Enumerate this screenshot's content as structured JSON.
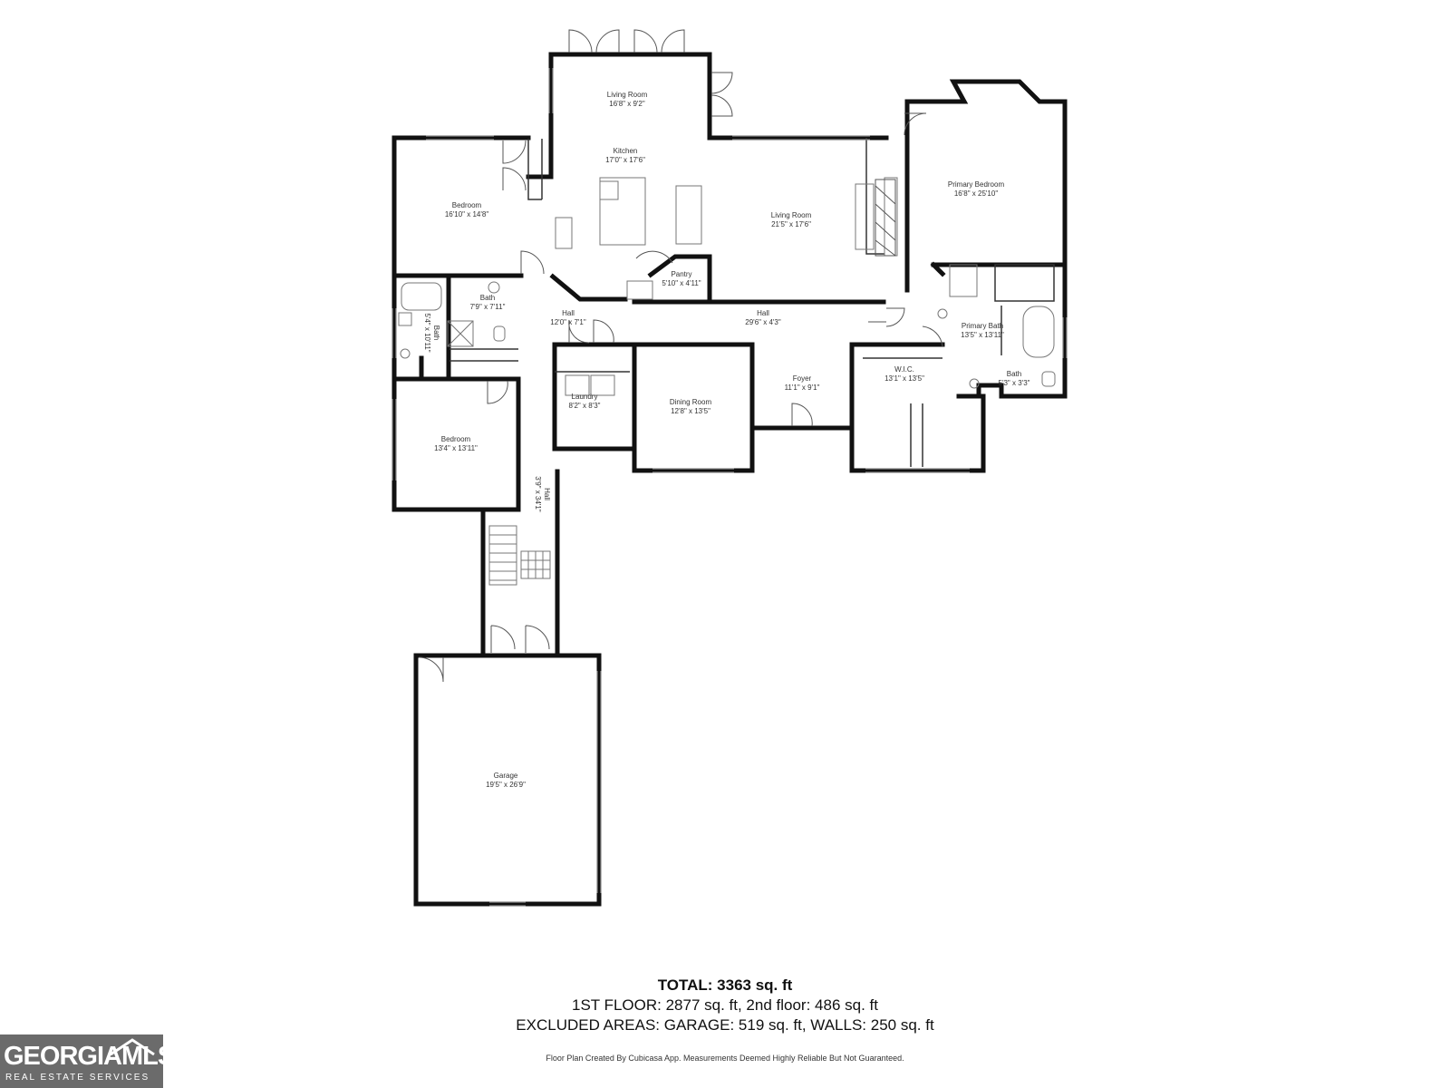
{
  "rooms": [
    {
      "id": "living-room-north",
      "name": "Living Room",
      "dims": "16'8\" x 9'2\""
    },
    {
      "id": "kitchen",
      "name": "Kitchen",
      "dims": "17'0\" x 17'6\""
    },
    {
      "id": "bedroom-northwest",
      "name": "Bedroom",
      "dims": "16'10\" x 14'8\""
    },
    {
      "id": "living-room-main",
      "name": "Living Room",
      "dims": "21'5\" x 17'6\""
    },
    {
      "id": "primary-bedroom",
      "name": "Primary Bedroom",
      "dims": "16'8\" x 25'10\""
    },
    {
      "id": "pantry",
      "name": "Pantry",
      "dims": "5'10\" x 4'11\""
    },
    {
      "id": "bath-hall",
      "name": "Bath",
      "dims": "7'9\" x 7'11\""
    },
    {
      "id": "bath-small",
      "name": "Bath",
      "dims": "5'4\" x 10'11\""
    },
    {
      "id": "hall-west",
      "name": "Hall",
      "dims": "12'0\" x 7'1\""
    },
    {
      "id": "hall-main",
      "name": "Hall",
      "dims": "29'6\" x 4'3\""
    },
    {
      "id": "primary-bath",
      "name": "Primary Bath",
      "dims": "13'5\" x 13'11\""
    },
    {
      "id": "wic",
      "name": "W.I.C.",
      "dims": "13'1\" x 13'5\""
    },
    {
      "id": "foyer",
      "name": "Foyer",
      "dims": "11'1\" x 9'1\""
    },
    {
      "id": "laundry",
      "name": "Laundry",
      "dims": "8'2\" x 8'3\""
    },
    {
      "id": "dining-room",
      "name": "Dining Room",
      "dims": "12'8\" x 13'5\""
    },
    {
      "id": "bath-primary-wc",
      "name": "Bath",
      "dims": "5'3\" x 3'3\""
    },
    {
      "id": "bedroom-southwest",
      "name": "Bedroom",
      "dims": "13'4\" x 13'11\""
    },
    {
      "id": "hall-south",
      "name": "Hall",
      "dims": "3'9\" x 34'1\""
    },
    {
      "id": "garage",
      "name": "Garage",
      "dims": "19'5\" x 26'9\""
    }
  ],
  "totals": {
    "total": "TOTAL: 3363 sq. ft",
    "floors": "1ST FLOOR: 2877 sq. ft, 2nd floor: 486 sq. ft",
    "excluded": "EXCLUDED AREAS: GARAGE: 519 sq. ft, WALLS: 250 sq. ft"
  },
  "disclaimer": "Floor Plan Created By Cubicasa App. Measurements Deemed Highly Reliable But Not Guaranteed.",
  "logo": {
    "word": "GEORGIAMLS",
    "sub": "REAL ESTATE SERVICES",
    "bg_color": "#6b6b6b"
  },
  "colors": {
    "wall": "#111111",
    "window": "#888888",
    "fixture": "#777777"
  }
}
